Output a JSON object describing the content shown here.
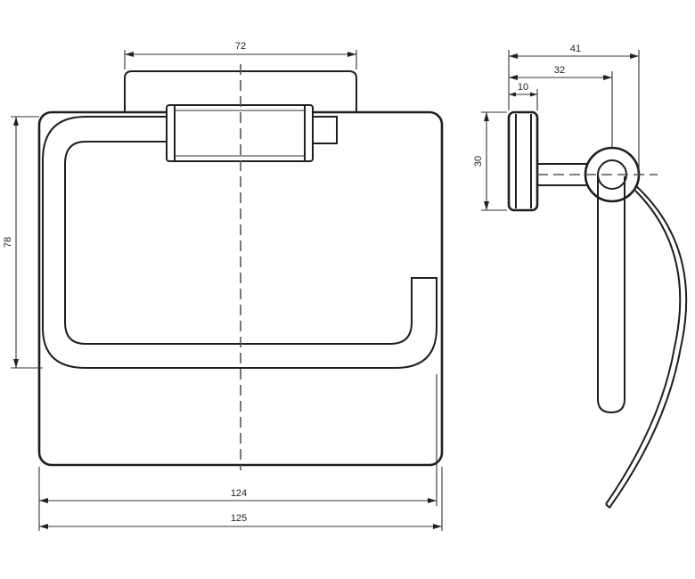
{
  "dimensions": {
    "mount_width": "72",
    "hook_height": "78",
    "plate_inner_width": "124",
    "plate_outer_width": "125",
    "depth_total": "41",
    "depth_arm": "32",
    "depth_base": "10",
    "base_height": "30"
  }
}
